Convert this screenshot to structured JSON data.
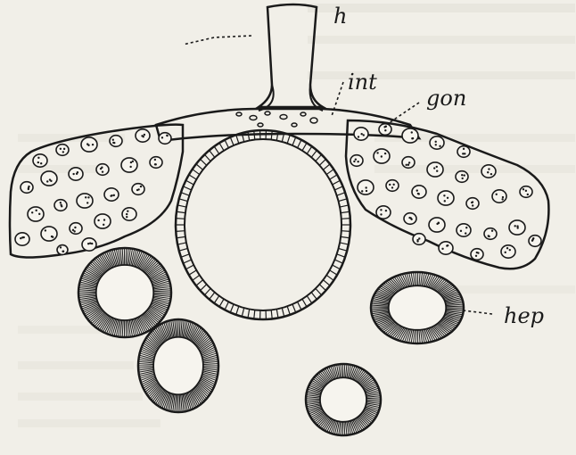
{
  "figure": {
    "labels": {
      "heart": "h",
      "intestine": "int",
      "gonad": "gon",
      "hepatic": "hep"
    }
  }
}
